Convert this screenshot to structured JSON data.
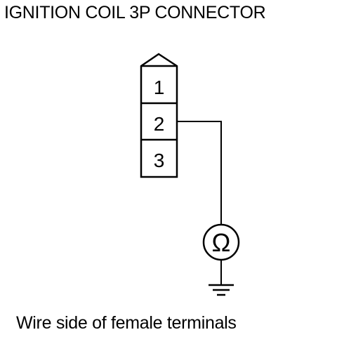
{
  "title": "IGNITION COIL 3P CONNECTOR",
  "connector": {
    "pins": [
      "1",
      "2",
      "3"
    ]
  },
  "ohmmeter": {
    "symbol": "Ω",
    "icon": "ohm-icon"
  },
  "ground": {
    "icon": "ground-icon"
  },
  "caption": "Wire side of female terminals"
}
